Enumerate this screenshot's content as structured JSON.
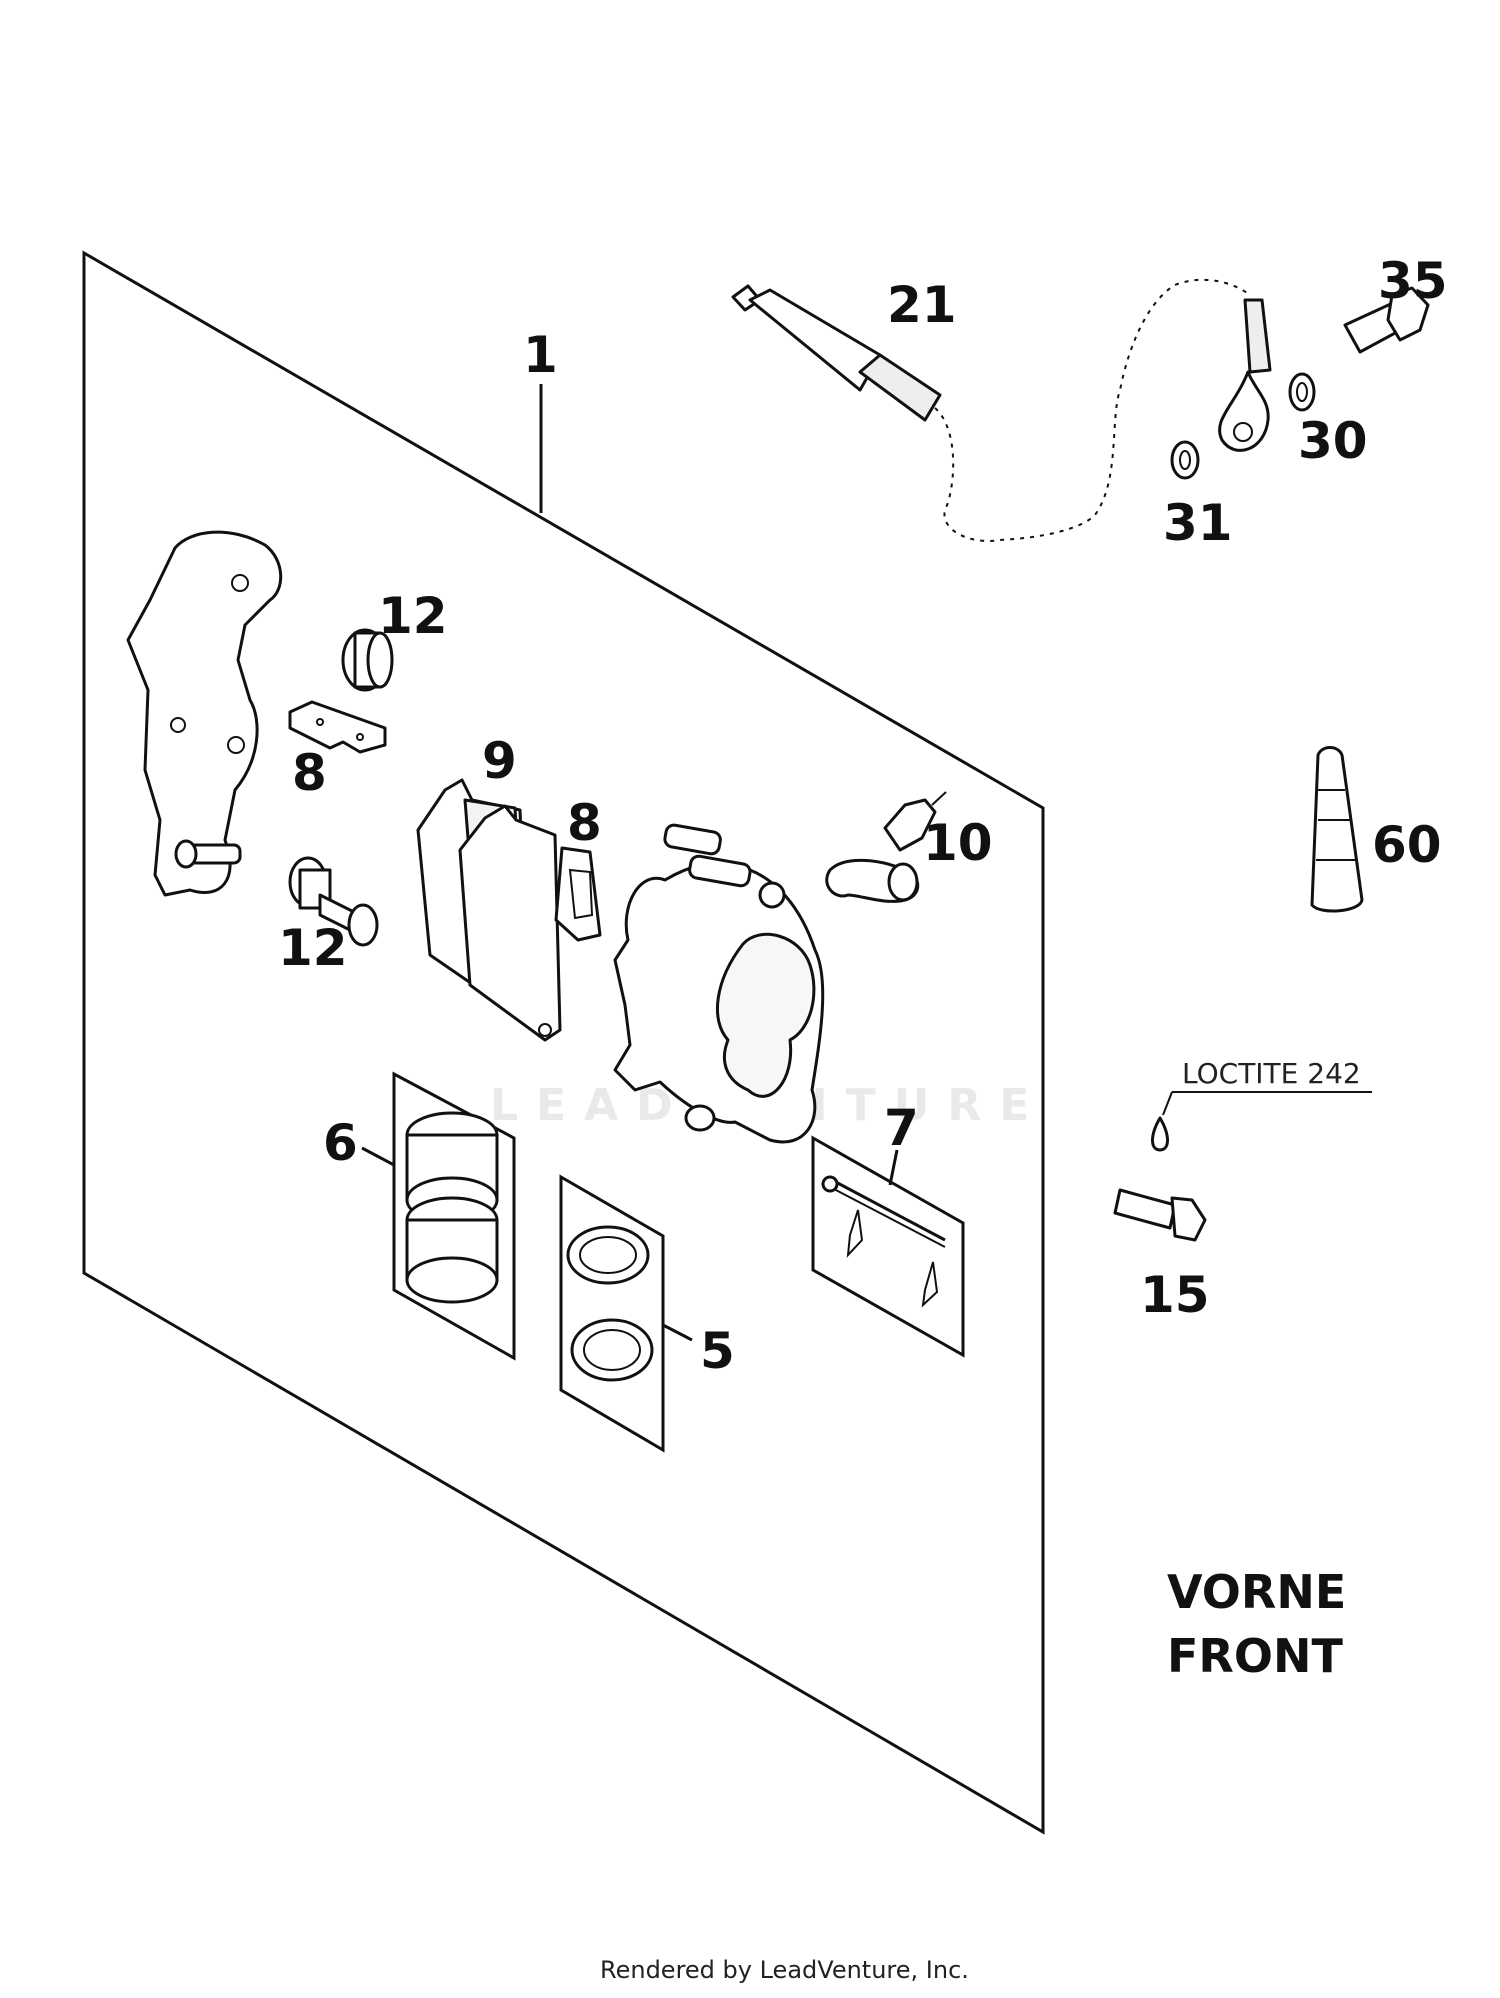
{
  "labels": {
    "p1": "1",
    "p5": "5",
    "p6": "6",
    "p7": "7",
    "p8a": "8",
    "p8b": "8",
    "p9": "9",
    "p10": "10",
    "p12a": "12",
    "p12b": "12",
    "p15": "15",
    "p21": "21",
    "p30": "30",
    "p31": "31",
    "p35": "35",
    "p60": "60"
  },
  "annotation": {
    "loctite": "LOCTITE 242"
  },
  "region": {
    "line1": "VORNE",
    "line2": "FRONT"
  },
  "watermark": "LEADVENTURE",
  "footer": "Rendered by LeadVenture, Inc."
}
